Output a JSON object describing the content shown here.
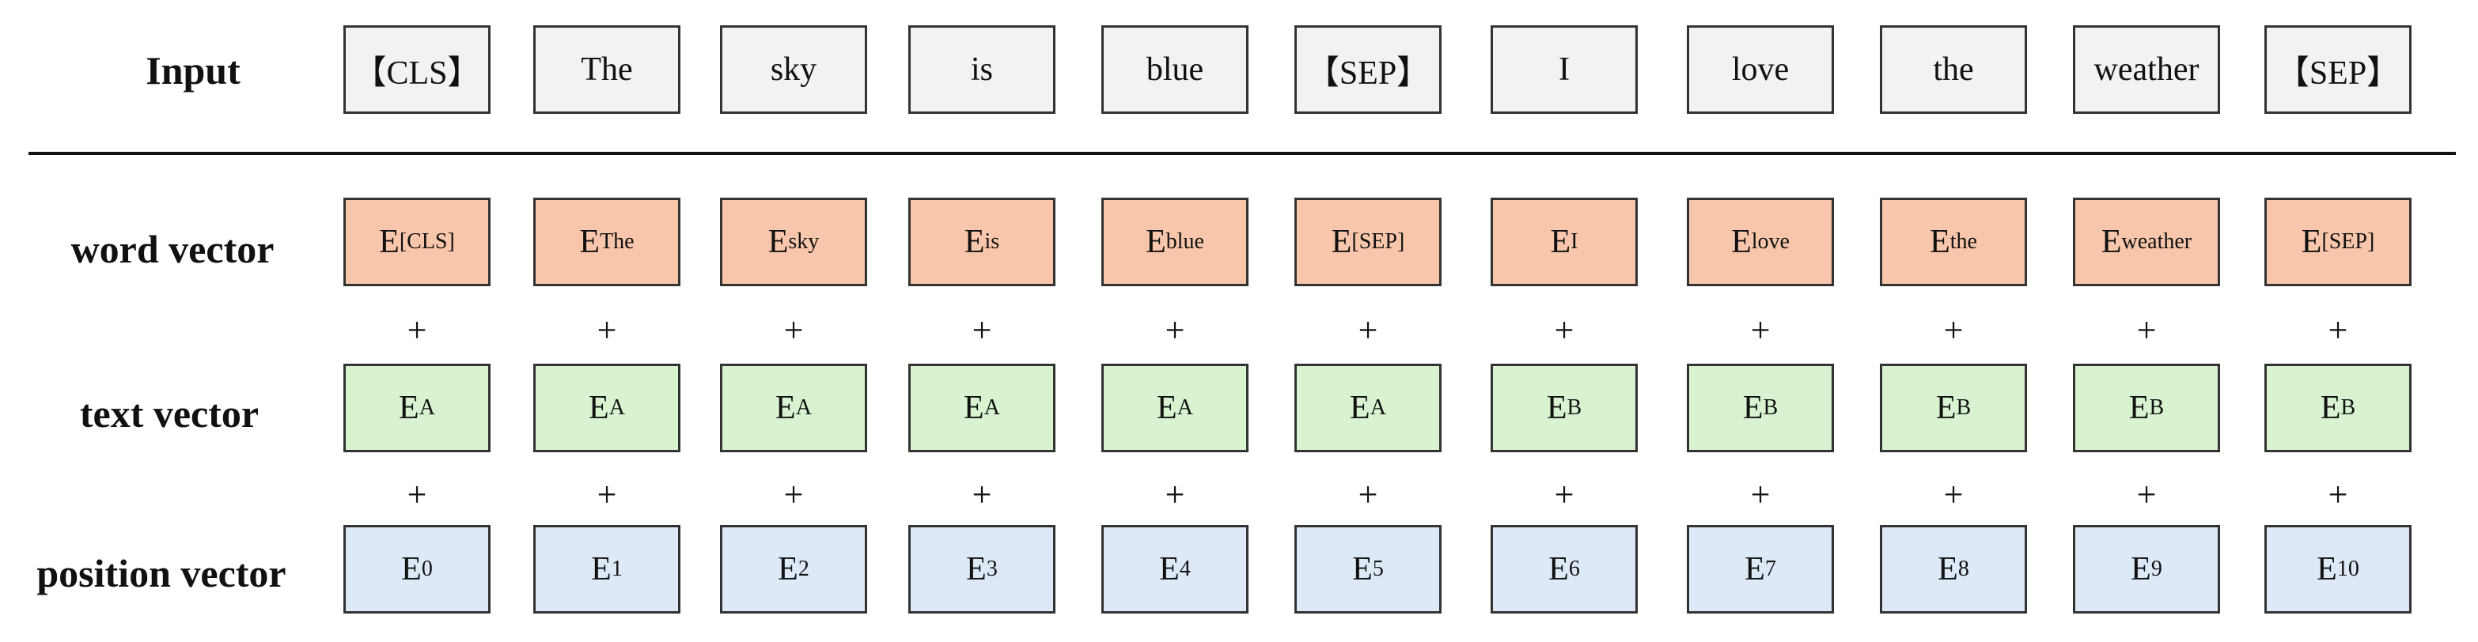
{
  "row_labels": {
    "input": "Input",
    "word": "word vector",
    "text": "text vector",
    "position": "position vector"
  },
  "colors": {
    "input": "#f2f2f2",
    "word": "#f8c6ab",
    "text": "#d9f3d1",
    "position": "#dde9f6"
  },
  "plus_sign": "+",
  "base_symbol": "E",
  "columns": [
    {
      "input": "【CLS】",
      "word": "[CLS]",
      "text": "A",
      "position": "0"
    },
    {
      "input": "The",
      "word": "The",
      "text": "A",
      "position": "1"
    },
    {
      "input": "sky",
      "word": "sky",
      "text": "A",
      "position": "2"
    },
    {
      "input": "is",
      "word": "is",
      "text": "A",
      "position": "3"
    },
    {
      "input": "blue",
      "word": "blue",
      "text": "A",
      "position": "4"
    },
    {
      "input": "【SEP】",
      "word": "[SEP]",
      "text": "A",
      "position": "5"
    },
    {
      "input": "I",
      "word": "I",
      "text": "B",
      "position": "6"
    },
    {
      "input": "love",
      "word": "love",
      "text": "B",
      "position": "7"
    },
    {
      "input": "the",
      "word": "the",
      "text": "B",
      "position": "8"
    },
    {
      "input": "weather",
      "word": "weather",
      "text": "B",
      "position": "9"
    },
    {
      "input": "【SEP】",
      "word": "[SEP]",
      "text": "B",
      "position": "10"
    }
  ]
}
